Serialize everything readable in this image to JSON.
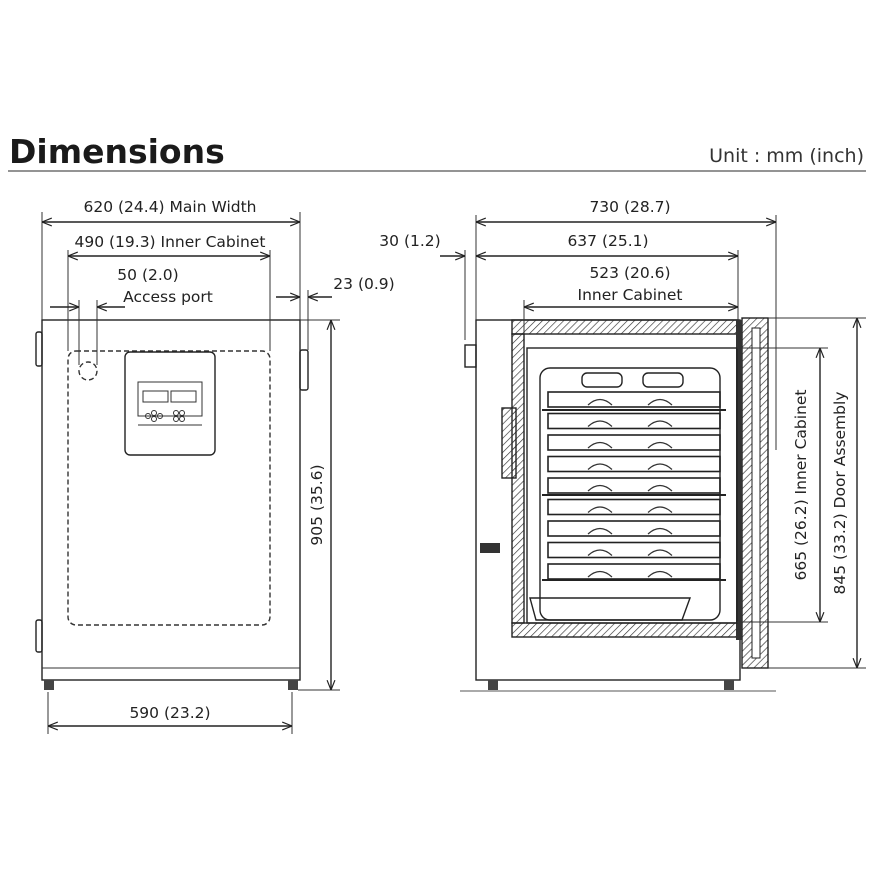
{
  "header": {
    "title": "Dimensions",
    "unit": "Unit : mm (inch)"
  },
  "front_view": {
    "main_width": "620 (24.4) Main Width",
    "inner_cabinet_width": "490 (19.3) Inner Cabinet",
    "access_port_size": "50 (2.0)",
    "access_port_label": "Access port",
    "side_offset": "23 (0.9)",
    "height": "905 (35.6)",
    "base_width": "590 (23.2)"
  },
  "side_view": {
    "total_depth": "730 (28.7)",
    "rear_offset": "30 (1.2)",
    "body_depth": "637 (25.1)",
    "inner_depth": "523 (20.6)",
    "inner_depth_label": "Inner Cabinet",
    "inner_height": "665 (26.2) Inner Cabinet",
    "door_height": "845 (33.2) Door Assembly"
  }
}
